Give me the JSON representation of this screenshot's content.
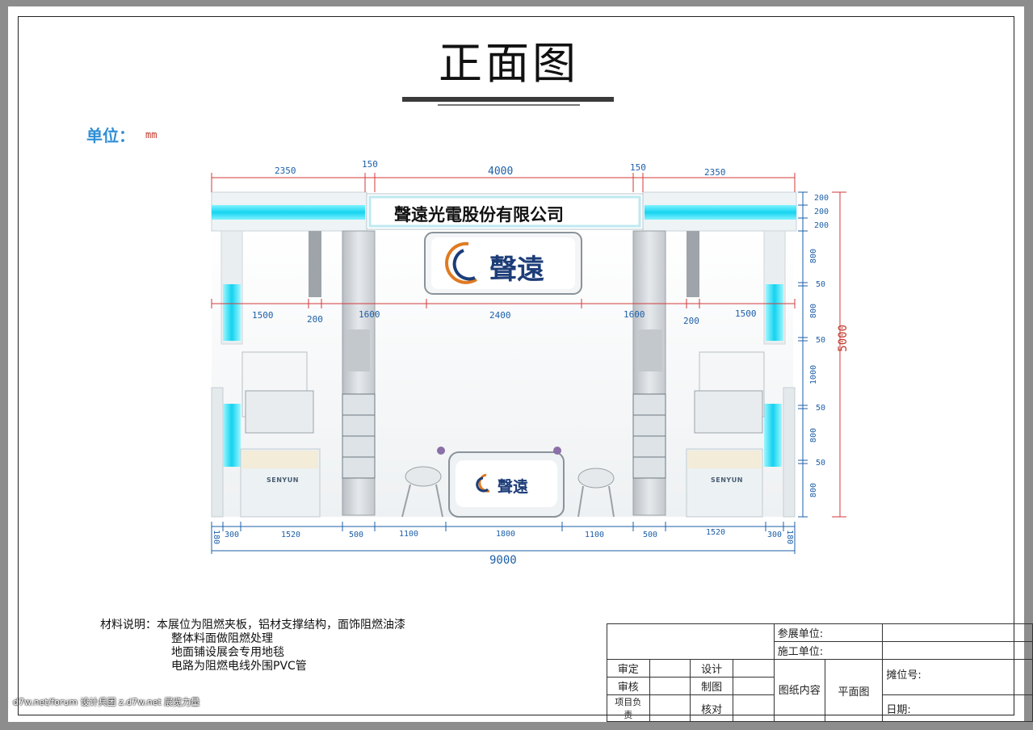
{
  "title": "正面图",
  "unit_label": "单位：",
  "unit_value": "mm",
  "company_name": "聲遠光電股份有限公司",
  "logo_text": "聲遠",
  "desk_logo_text": "聲遠",
  "showcase_brand": "SENYUN",
  "dims_top": [
    "2350",
    "150",
    "4000",
    "150",
    "2350"
  ],
  "dims_mid": [
    "1500",
    "200",
    "1600",
    "2400",
    "1600",
    "200",
    "1500"
  ],
  "dims_bottom": [
    "180",
    "300",
    "1520",
    "500",
    "1100",
    "1800",
    "1100",
    "500",
    "1520",
    "300",
    "180"
  ],
  "total_width": "9000",
  "dims_right": [
    "200",
    "200",
    "200",
    "800",
    "50",
    "800",
    "50",
    "1000",
    "50",
    "800",
    "50",
    "800"
  ],
  "total_height": "5000",
  "notes": {
    "label": "材料说明：",
    "lines": [
      "本展位为阻燃夹板，铝材支撑结构，面饰阻燃油漆",
      "整体料面做阻燃处理",
      "地面铺设展会专用地毯",
      "电路为阻燃电线外围PVC管"
    ]
  },
  "title_block": {
    "exhibitor": "参展单位:",
    "builder": "施工单位:",
    "review": "审定",
    "design": "设计",
    "check": "审核",
    "drafting": "制图",
    "project_lead": "项目负责",
    "verify": "核对",
    "drawing_content": "图纸内容",
    "plan": "平面图",
    "booth_no": "摊位号:",
    "date": "日期:"
  },
  "watermark": "d7w.net/forum 设计兵团 z.d7w.net 展览力量"
}
